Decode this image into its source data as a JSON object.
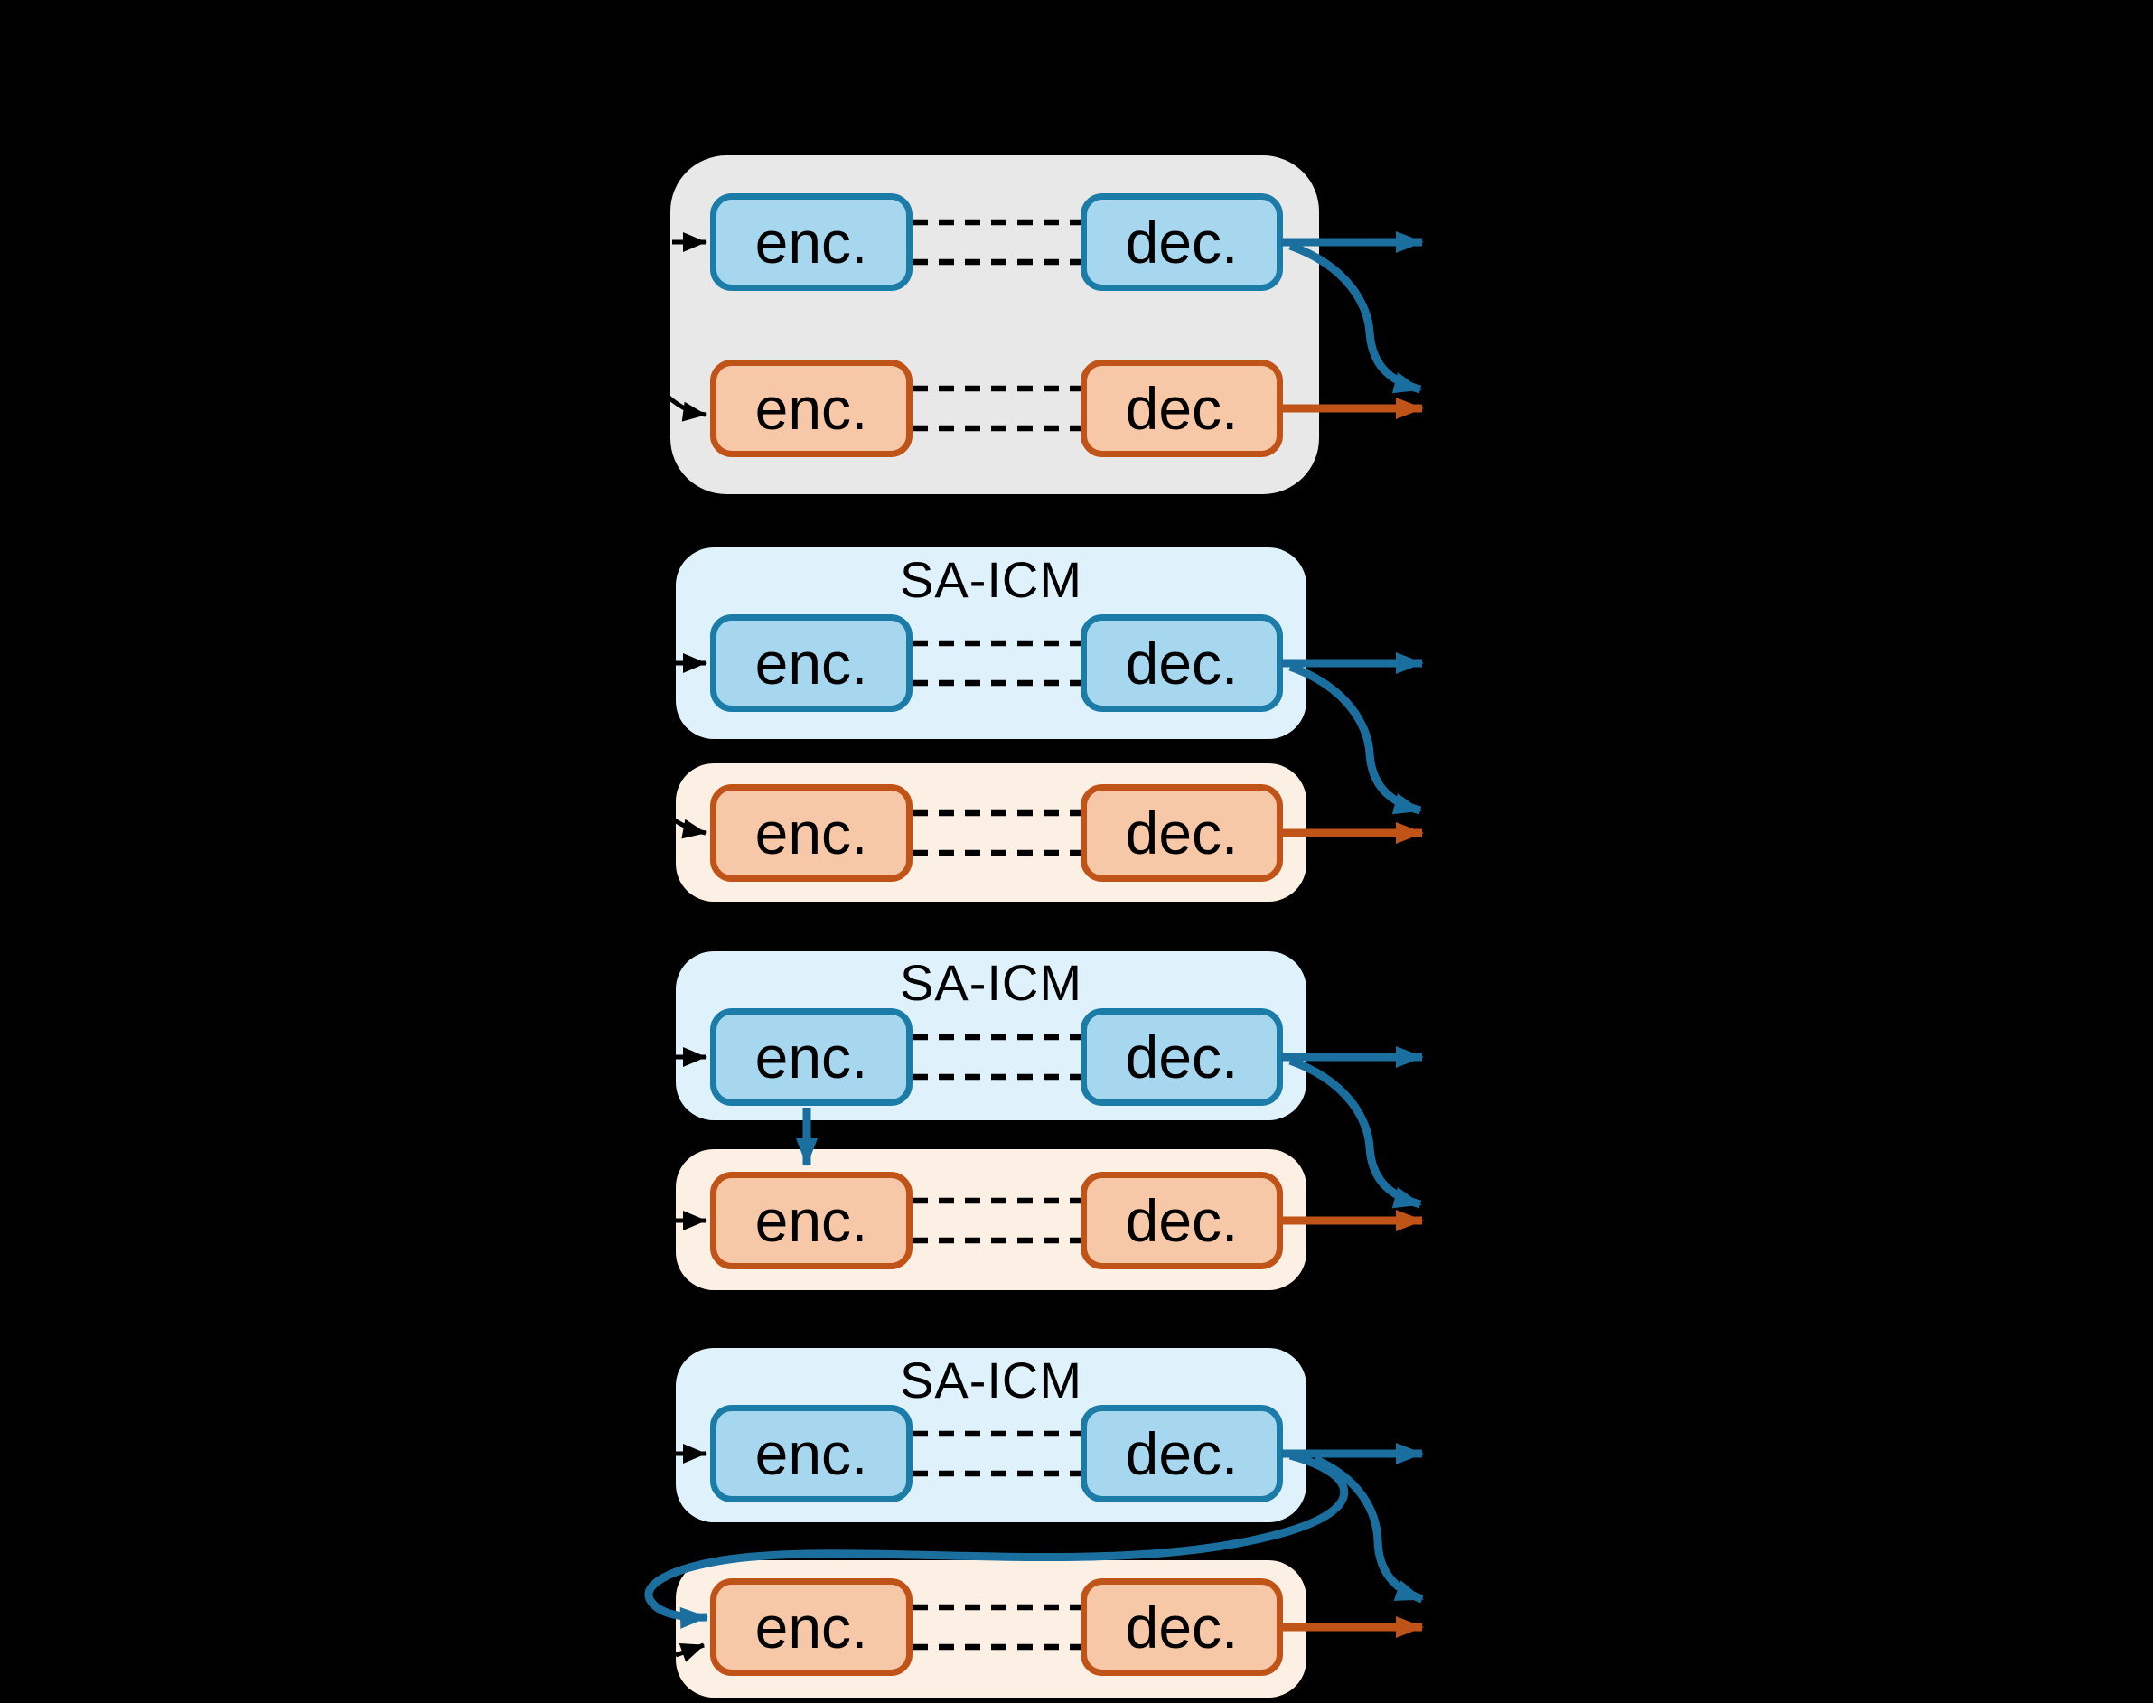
{
  "figure": {
    "title": "",
    "type": "codec-architecture-diagram",
    "groups": [
      {
        "id": 1,
        "header": "",
        "container": "shared-gray",
        "rows": [
          "human-codec",
          "machine-codec"
        ],
        "connections": [
          "input-to-human-enc",
          "input-to-machine-enc",
          "human-dec-output",
          "human-dec-to-machine-output-curve",
          "machine-dec-output",
          "latent-dashed-link-human",
          "latent-dashed-link-machine"
        ]
      },
      {
        "id": 2,
        "header": "SA-ICM",
        "container": "separate",
        "rows": [
          "human-codec",
          "machine-codec"
        ],
        "connections": [
          "input-to-human-enc",
          "input-to-machine-enc",
          "human-dec-output",
          "human-dec-to-machine-output-curve",
          "machine-dec-output",
          "latent-dashed-link-human",
          "latent-dashed-link-machine"
        ]
      },
      {
        "id": 3,
        "header": "SA-ICM",
        "container": "separate",
        "rows": [
          "human-codec",
          "machine-codec"
        ],
        "connections": [
          "input-to-human-enc",
          "input-to-machine-enc",
          "human-enc-to-machine-enc-arrow",
          "human-dec-output",
          "human-dec-to-machine-output-curve",
          "machine-dec-output",
          "latent-dashed-link-human",
          "latent-dashed-link-machine"
        ]
      },
      {
        "id": 4,
        "header": "SA-ICM",
        "container": "separate",
        "rows": [
          "human-codec",
          "machine-codec"
        ],
        "connections": [
          "input-to-human-enc",
          "input-to-machine-enc",
          "human-dec-to-machine-enc-loop",
          "human-dec-output",
          "human-dec-to-machine-output-curve",
          "machine-dec-output",
          "latent-dashed-link-human",
          "latent-dashed-link-machine"
        ]
      }
    ]
  },
  "labels": {
    "encoder": "enc.",
    "decoder": "dec.",
    "sa_icm": "SA-ICM"
  },
  "colors": {
    "background": "#000000",
    "label_text": "#000000",
    "human_box_fill": "#a6d7ee",
    "human_box_border": "#1c7ca8",
    "human_container_fill": "#dff1fa",
    "machine_box_fill": "#f6c8a7",
    "machine_box_border": "#c05317",
    "machine_container_fill": "#fcefe4",
    "shared_container_fill": "#e9e8e8",
    "blue_arrow": "#1b6f9e",
    "orange_arrow": "#c05317",
    "black_arrow": "#000000"
  }
}
